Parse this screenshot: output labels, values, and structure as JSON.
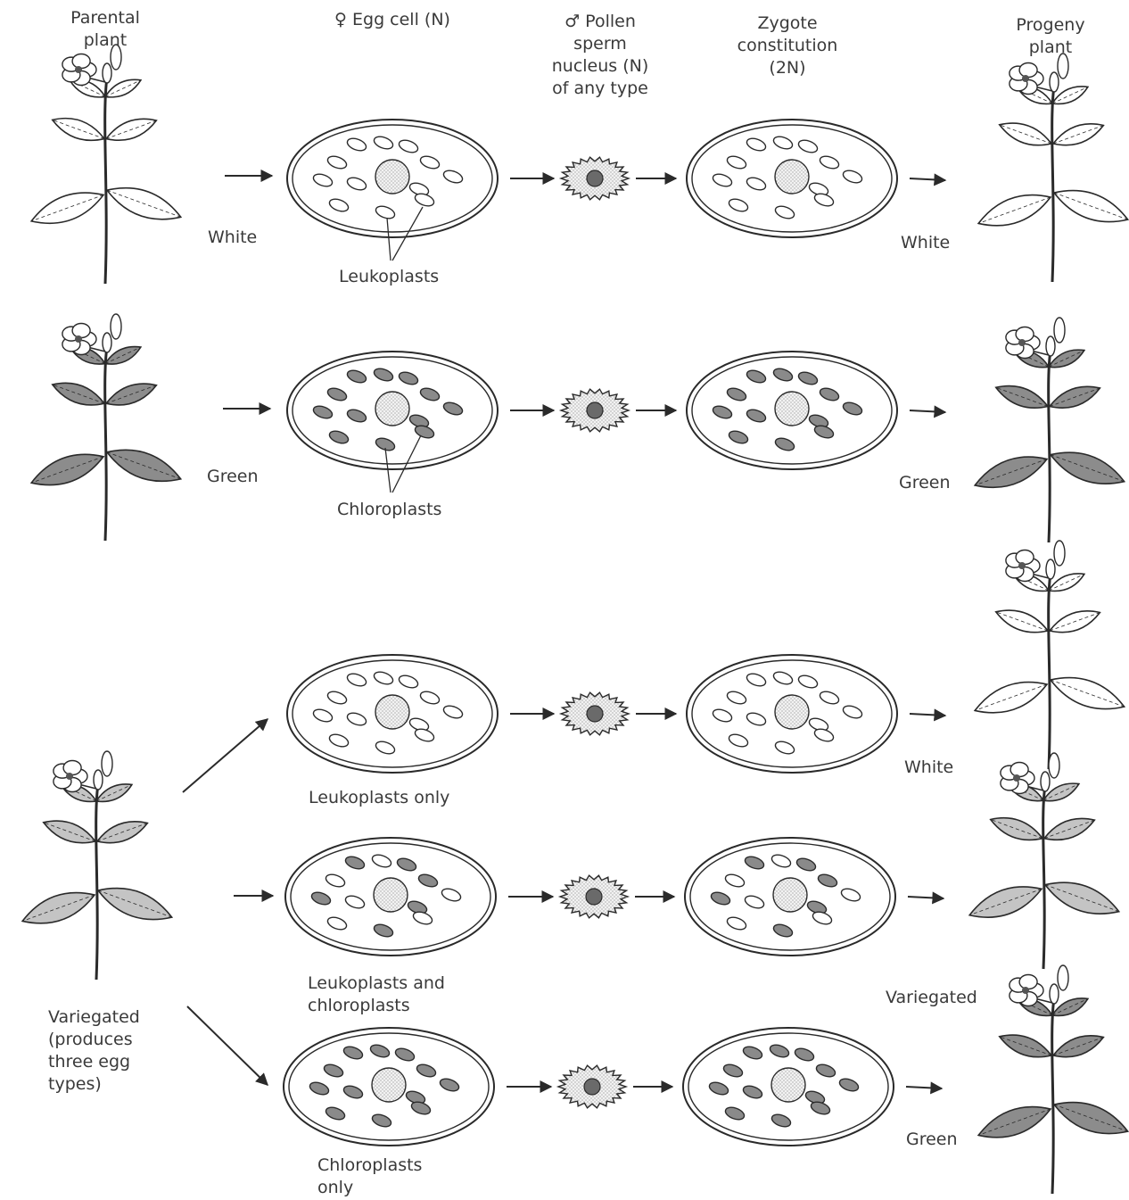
{
  "headers": {
    "parental": "Parental\nplant",
    "egg": "♀ Egg cell (N)",
    "pollen": "♂ Pollen\nsperm\nnucleus (N)\nof any type",
    "zygote": "Zygote\nconstitution\n(2N)",
    "progeny": "Progeny\nplant"
  },
  "rows": {
    "white": {
      "parent": "White",
      "plastid": "Leukoplasts",
      "progeny": "White"
    },
    "green": {
      "parent": "Green",
      "plastid": "Chloroplasts",
      "progeny": "Green"
    },
    "variegated": {
      "parent": "Variegated\n(produces\nthree egg\ntypes)",
      "egg_types": [
        "Leukoplasts only",
        "Leukoplasts and\nchloroplasts",
        "Chloroplasts\nonly"
      ],
      "progeny": [
        "White",
        "Variegated",
        "Green"
      ]
    }
  },
  "colors": {
    "ink": "#2a2a2a",
    "chloroplast": "#8a8a8a",
    "leukoplast": "#ffffff",
    "green_leaf": "#8c8c8c",
    "variegated_leaf": "#c4c4c4"
  }
}
